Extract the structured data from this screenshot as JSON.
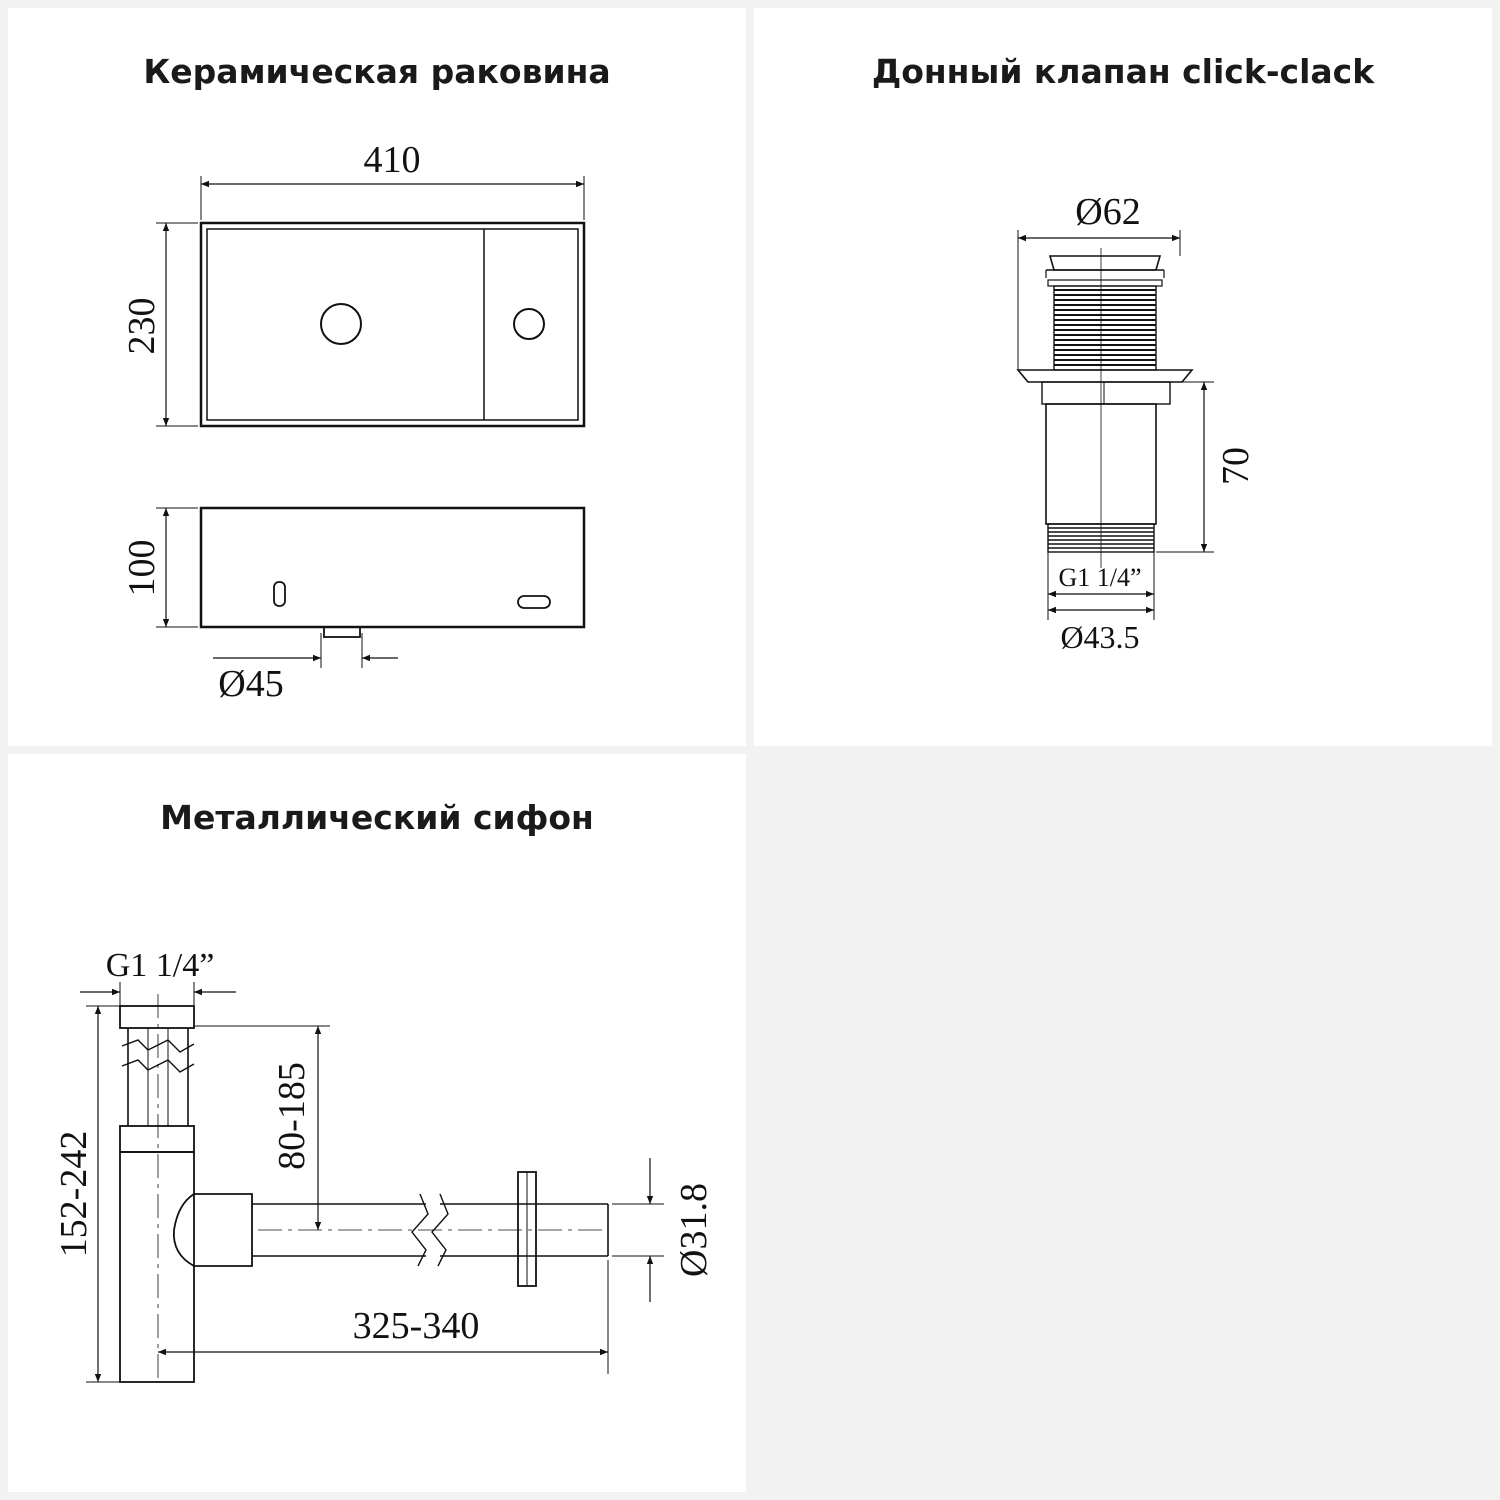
{
  "panels": {
    "sink": {
      "title": "Керамическая раковина",
      "dims": {
        "width": "410",
        "depth": "230",
        "height": "100",
        "drain_diameter": "Ø45"
      }
    },
    "valve": {
      "title": "Донный клапан click-clack",
      "dims": {
        "cap_diameter": "Ø62",
        "height": "70",
        "thread": "G1 1/4”",
        "thread_diameter": "Ø43.5"
      }
    },
    "siphon": {
      "title": "Металлический сифон",
      "dims": {
        "thread": "G1 1/4”",
        "inlet_offset": "80-185",
        "total_height": "152-242",
        "pipe_diameter": "Ø31.8",
        "length": "325-340"
      }
    }
  },
  "colors": {
    "background": "#f2f2f2",
    "panel": "#ffffff",
    "ink": "#111111"
  }
}
